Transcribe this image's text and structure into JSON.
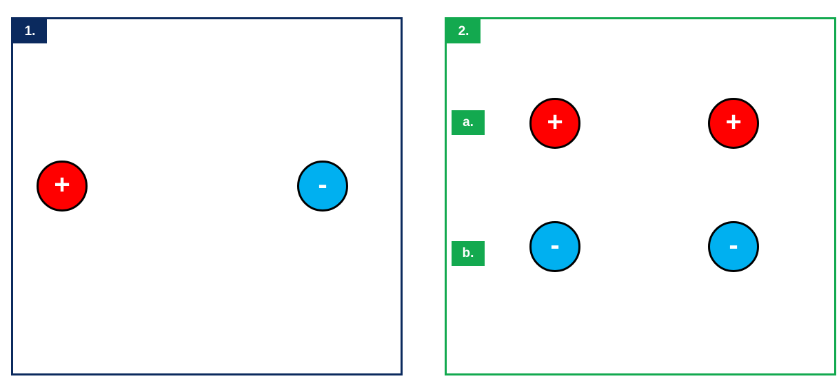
{
  "panels": [
    {
      "label": "1.",
      "border_color": "#0b2a5e",
      "charges": [
        {
          "sign": "+",
          "color": "#ff0000"
        },
        {
          "sign": "-",
          "color": "#00b0f0"
        }
      ]
    },
    {
      "label": "2.",
      "border_color": "#13a94f",
      "rows": [
        {
          "label": "a.",
          "charges": [
            {
              "sign": "+",
              "color": "#ff0000"
            },
            {
              "sign": "+",
              "color": "#ff0000"
            }
          ]
        },
        {
          "label": "b.",
          "charges": [
            {
              "sign": "-",
              "color": "#00b0f0"
            },
            {
              "sign": "-",
              "color": "#00b0f0"
            }
          ]
        }
      ]
    }
  ]
}
